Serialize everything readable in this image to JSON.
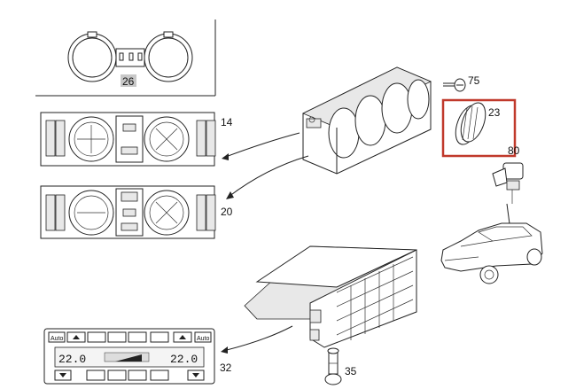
{
  "callouts": {
    "c26": "26",
    "c14": "14",
    "c20": "20",
    "c75": "75",
    "c23": "23",
    "c80": "80",
    "c32": "32",
    "c35": "35"
  },
  "panel_32": {
    "btn_auto_left": "Auto",
    "btn_auto_right": "Auto",
    "display_left": "22.0",
    "display_right": "22.0"
  },
  "colors": {
    "highlight_box": "#c0392b",
    "callout_26_bg": "#c8c8c8",
    "line": "#222222"
  },
  "icons": [
    "dial-knob-icon",
    "vent-icon",
    "car-silhouette",
    "sensor-icon",
    "screw-icon"
  ]
}
